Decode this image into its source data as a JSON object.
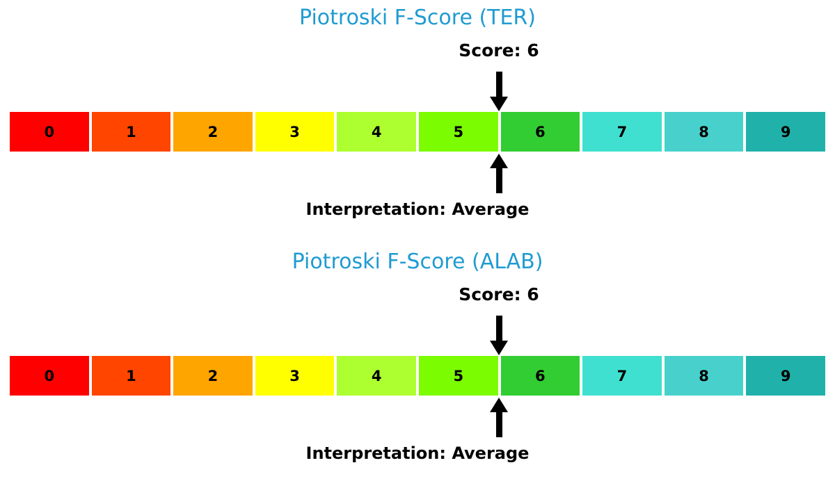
{
  "page": {
    "background": "#ffffff"
  },
  "colors": {
    "title_blue": "#1f9bd1",
    "text_black": "#000000",
    "arrow_black": "#000000",
    "segment_gap_white": "#ffffff"
  },
  "chart_data": [
    {
      "type": "bar",
      "subtype": "score-gauge",
      "title": "Piotroski F-Score (TER)",
      "score": 6,
      "score_label": "Score: 6",
      "interpretation": "Average",
      "interpretation_label": "Interpretation: Average",
      "xlim": [
        0,
        10
      ],
      "marker_position": 6,
      "categories": [
        "0",
        "1",
        "2",
        "3",
        "4",
        "5",
        "6",
        "7",
        "8",
        "9"
      ],
      "segments": [
        {
          "label": "0",
          "color": "#FF0000"
        },
        {
          "label": "1",
          "color": "#FF4500"
        },
        {
          "label": "2",
          "color": "#FFA500"
        },
        {
          "label": "3",
          "color": "#FFFF00"
        },
        {
          "label": "4",
          "color": "#ADFF2F"
        },
        {
          "label": "5",
          "color": "#7CFC00"
        },
        {
          "label": "6",
          "color": "#32CD32"
        },
        {
          "label": "7",
          "color": "#40E0D0"
        },
        {
          "label": "8",
          "color": "#48D1CC"
        },
        {
          "label": "9",
          "color": "#20B2AA"
        }
      ]
    },
    {
      "type": "bar",
      "subtype": "score-gauge",
      "title": "Piotroski F-Score (ALAB)",
      "score": 6,
      "score_label": "Score: 6",
      "interpretation": "Average",
      "interpretation_label": "Interpretation: Average",
      "xlim": [
        0,
        10
      ],
      "marker_position": 6,
      "categories": [
        "0",
        "1",
        "2",
        "3",
        "4",
        "5",
        "6",
        "7",
        "8",
        "9"
      ],
      "segments": [
        {
          "label": "0",
          "color": "#FF0000"
        },
        {
          "label": "1",
          "color": "#FF4500"
        },
        {
          "label": "2",
          "color": "#FFA500"
        },
        {
          "label": "3",
          "color": "#FFFF00"
        },
        {
          "label": "4",
          "color": "#ADFF2F"
        },
        {
          "label": "5",
          "color": "#7CFC00"
        },
        {
          "label": "6",
          "color": "#32CD32"
        },
        {
          "label": "7",
          "color": "#40E0D0"
        },
        {
          "label": "8",
          "color": "#48D1CC"
        },
        {
          "label": "9",
          "color": "#20B2AA"
        }
      ]
    }
  ]
}
